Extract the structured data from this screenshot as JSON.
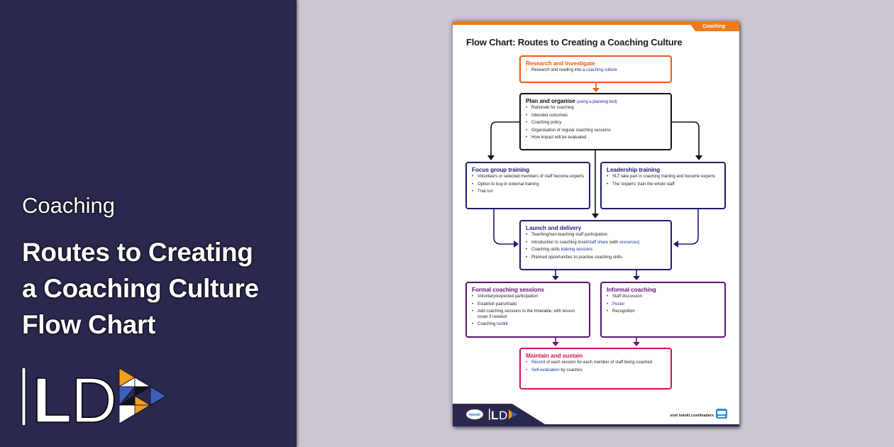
{
  "banner": {
    "subject": "Coaching",
    "title_lines": [
      "Routes to Creating",
      "a Coaching Culture",
      "Flow Chart"
    ],
    "brand": "LD",
    "colors": {
      "panel_bg": "#2a284d",
      "page_bg": "#cbc6d2",
      "accent_orange": "#f39c1e",
      "accent_blue": "#3e5fb8"
    }
  },
  "document": {
    "tab_label": "Coaching",
    "title": "Flow Chart: Routes to Creating a Coaching Culture",
    "nodes": {
      "research": {
        "heading": "Research and investigate",
        "items": [
          {
            "text": "Research and reading into a ",
            "link": "coaching culture",
            "after": ""
          }
        ]
      },
      "plan": {
        "heading": "Plan and organise",
        "note": "(using a planning tool)",
        "items": [
          "Rationale for coaching",
          "Intended outcomes",
          "Coaching policy",
          "Organisation of regular coaching sessions",
          "How impact will be evaluated"
        ]
      },
      "focus": {
        "heading": "Focus group training",
        "items": [
          "Volunteers or selected members of staff become experts",
          "Option to buy-in external training",
          "Trial run"
        ]
      },
      "leadership": {
        "heading": "Leadership training",
        "items": [
          "SLT take part in coaching training and become experts",
          "The 'experts' train the whole staff"
        ]
      },
      "launch": {
        "heading": "Launch and delivery",
        "items": [
          {
            "before": "Teaching/non-teaching staff participation",
            "link": "",
            "after": ""
          },
          {
            "before": "Introduction to coaching Inset/",
            "link": "staff share",
            "after": " (with ",
            "link2": "resources",
            "after2": ")"
          },
          {
            "before": "Coaching skills ",
            "link": "training sessions",
            "after": ""
          },
          {
            "before": "Planned opportunities to practise coaching skills",
            "link": "",
            "after": ""
          }
        ]
      },
      "formal": {
        "heading": "Formal coaching sessions",
        "items": [
          {
            "before": "Voluntary/expected participation",
            "link": ""
          },
          {
            "before": "Establish pairs/triads",
            "link": ""
          },
          {
            "before": "Add coaching sessions to the timetable, with lesson cover if needed",
            "link": ""
          },
          {
            "before": "Coaching ",
            "link": "toolkit"
          }
        ]
      },
      "informal": {
        "heading": "Informal coaching",
        "items": [
          {
            "before": "Staff discussion",
            "link": ""
          },
          {
            "before": "",
            "link": "Poster"
          },
          {
            "before": "Recognition",
            "link": ""
          }
        ]
      },
      "maintain": {
        "heading": "Maintain and sustain",
        "items": [
          {
            "link": "Record",
            "after": " of each session for each member of staff being coached"
          },
          {
            "link": "Self-evaluation",
            "after": " by coaches"
          }
        ]
      }
    },
    "footer": {
      "brand_left": "twinkl",
      "brand_mid": "LD",
      "url": "visit twinkl.com/leaders"
    }
  }
}
